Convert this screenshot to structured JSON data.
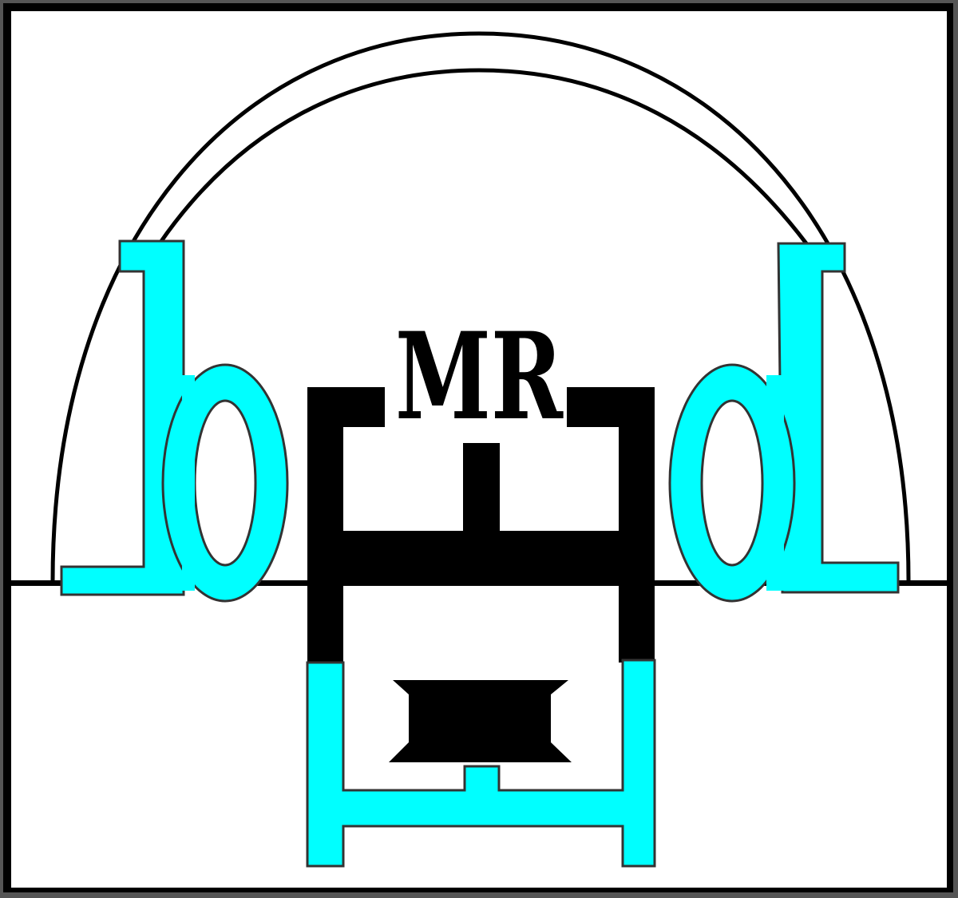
{
  "logo": {
    "monogram_text": "MR",
    "left_letter": "b",
    "right_letter": "d",
    "colors": {
      "accent": "#00FFFF",
      "ink": "#000000",
      "background": "#FFFFFF",
      "frame_edge": "#555555"
    },
    "icons": {
      "bracket": "bed-frame-icon",
      "spool": "spool-icon",
      "arcs": "double-arc-icon"
    }
  }
}
